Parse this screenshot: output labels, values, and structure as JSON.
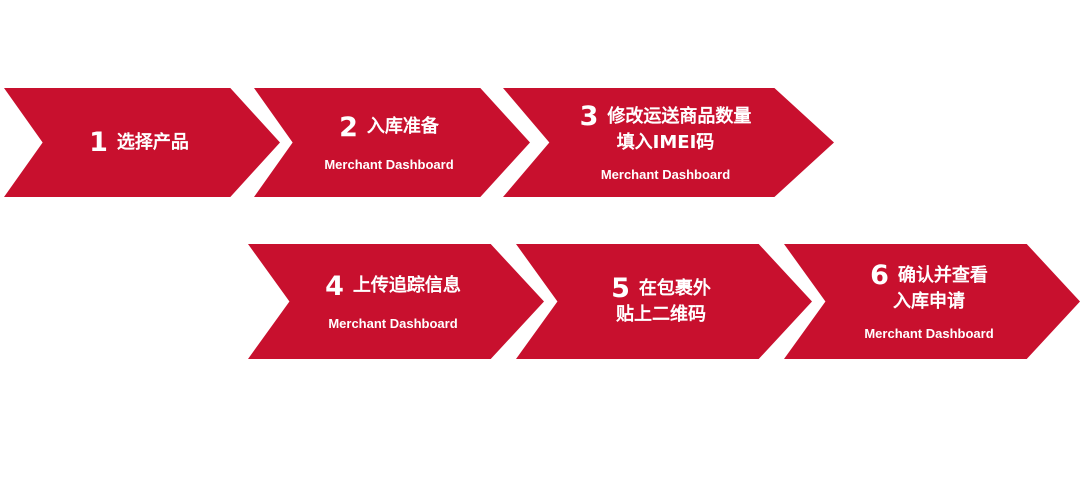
{
  "steps": [
    {
      "num": "1",
      "lines": [
        "选择产品"
      ],
      "subtitle": ""
    },
    {
      "num": "2",
      "lines": [
        "入库准备"
      ],
      "subtitle": "Merchant Dashboard"
    },
    {
      "num": "3",
      "lines": [
        "修改运送商品数量",
        "填入IMEI码"
      ],
      "subtitle": "Merchant Dashboard"
    },
    {
      "num": "4",
      "lines": [
        "上传追踪信息"
      ],
      "subtitle": "Merchant Dashboard"
    },
    {
      "num": "5",
      "lines": [
        "在包裹外",
        "贴上二维码"
      ],
      "subtitle": ""
    },
    {
      "num": "6",
      "lines": [
        "确认并查看",
        "入库申请"
      ],
      "subtitle": "Merchant Dashboard"
    }
  ],
  "colors": {
    "chevron": "#c8102e",
    "text": "#ffffff",
    "background": "#ffffff"
  }
}
